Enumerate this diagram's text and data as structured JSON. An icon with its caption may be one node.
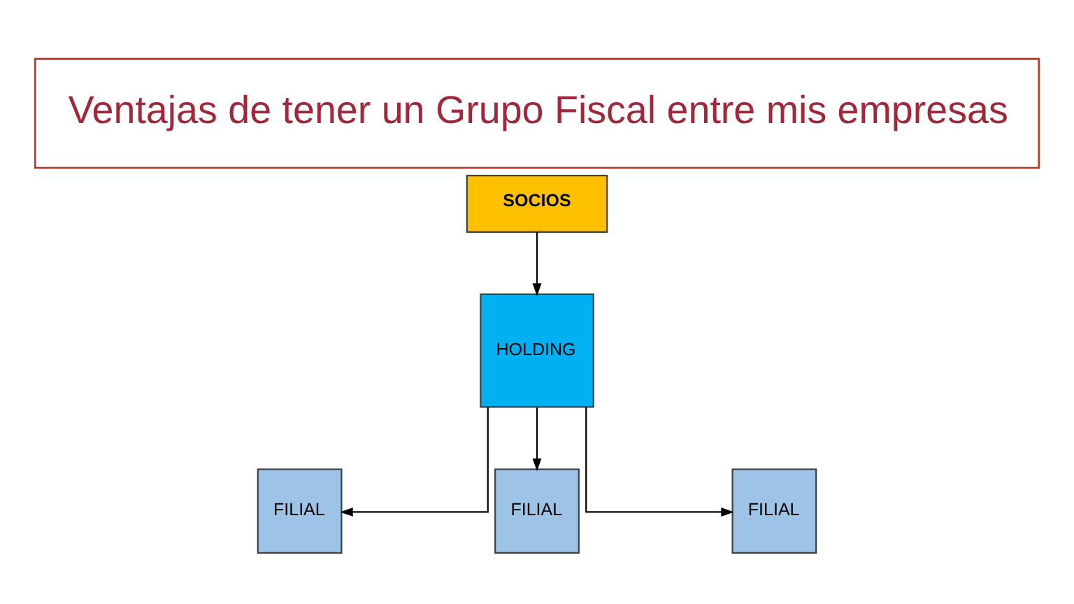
{
  "diagram": {
    "title": "Ventajas de tener un Grupo Fiscal entre mis empresas",
    "nodes": [
      {
        "text": [
          "SOCIOS"
        ]
      },
      {
        "text": [
          "HOLDING"
        ]
      },
      {
        "text": [
          "FILIAL"
        ]
      },
      {
        "text": [
          "FILIAL"
        ]
      },
      {
        "text": [
          "FILIAL"
        ]
      }
    ],
    "edges": [
      {
        "from": 0,
        "to": 1,
        "arrow": "to"
      },
      {
        "from": 1,
        "to": 2,
        "arrow": "to"
      },
      {
        "from": 1,
        "to": 3,
        "arrow": "to"
      },
      {
        "from": 1,
        "to": 4,
        "arrow": "to"
      }
    ]
  }
}
